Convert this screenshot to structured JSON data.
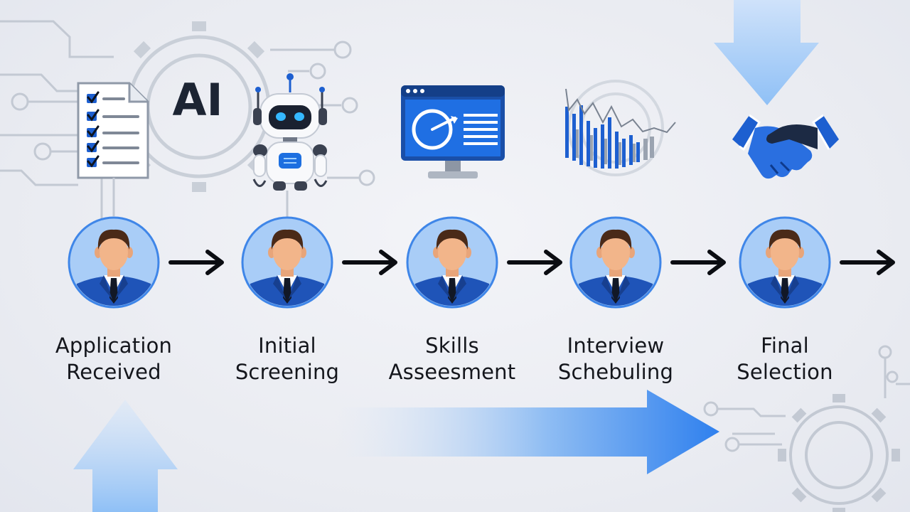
{
  "badge_text": "AI",
  "stages": [
    {
      "line1": "Application",
      "line2": "Received",
      "icon": "checklist-document-icon"
    },
    {
      "line1": "Initial",
      "line2": "Screening",
      "icon": "robot-icon"
    },
    {
      "line1": "Skills",
      "line2": "Asseesment",
      "icon": "monitor-dashboard-icon"
    },
    {
      "line1": "Interview",
      "line2": "Schebuling",
      "icon": "analytics-chart-icon"
    },
    {
      "line1": "Final",
      "line2": "Selection",
      "icon": "handshake-icon"
    }
  ],
  "colors": {
    "accent_blue": "#1d5fd0",
    "light_blue": "#8ec0f5",
    "avatar_ring": "#3f86e8",
    "avatar_fill": "#a9cdf7",
    "line_gray": "#b9c0cc",
    "label_text": "#14161c"
  }
}
